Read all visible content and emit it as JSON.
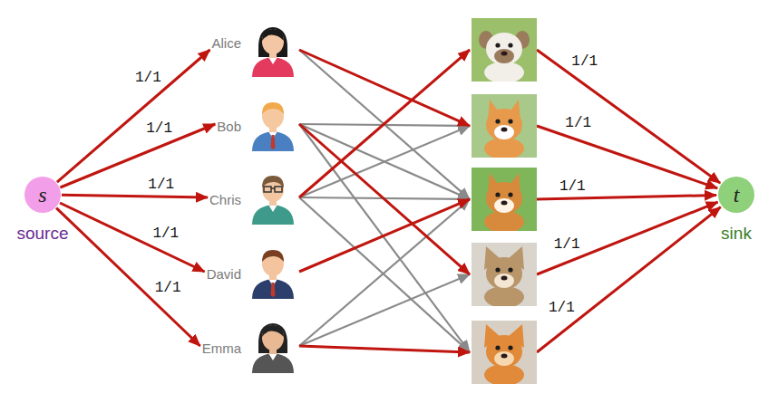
{
  "diagram": {
    "nodes": [
      {
        "text": [
          "s",
          "source"
        ]
      },
      {
        "text": [
          "Alice"
        ]
      },
      {
        "text": [
          "Bob"
        ]
      },
      {
        "text": [
          "Chris"
        ]
      },
      {
        "text": [
          "David"
        ]
      },
      {
        "text": [
          "Emma"
        ]
      },
      {
        "text": []
      },
      {
        "text": []
      },
      {
        "text": []
      },
      {
        "text": []
      },
      {
        "text": []
      },
      {
        "text": [
          "t",
          "sink"
        ]
      }
    ],
    "edges": [
      {
        "from": 0,
        "to": 1,
        "arrow": "to",
        "label": "1/1"
      },
      {
        "from": 0,
        "to": 2,
        "arrow": "to",
        "label": "1/1"
      },
      {
        "from": 0,
        "to": 3,
        "arrow": "to",
        "label": "1/1"
      },
      {
        "from": 0,
        "to": 4,
        "arrow": "to",
        "label": "1/1"
      },
      {
        "from": 0,
        "to": 5,
        "arrow": "to",
        "label": "1/1"
      },
      {
        "from": 1,
        "to": 7,
        "arrow": "to"
      },
      {
        "from": 1,
        "to": 8,
        "arrow": "to"
      },
      {
        "from": 2,
        "to": 7,
        "arrow": "to"
      },
      {
        "from": 2,
        "to": 8,
        "arrow": "to"
      },
      {
        "from": 2,
        "to": 9,
        "arrow": "to"
      },
      {
        "from": 2,
        "to": 10,
        "arrow": "to"
      },
      {
        "from": 3,
        "to": 6,
        "arrow": "to"
      },
      {
        "from": 3,
        "to": 7,
        "arrow": "to"
      },
      {
        "from": 3,
        "to": 8,
        "arrow": "to"
      },
      {
        "from": 3,
        "to": 10,
        "arrow": "to"
      },
      {
        "from": 4,
        "to": 8,
        "arrow": "to"
      },
      {
        "from": 5,
        "to": 8,
        "arrow": "to"
      },
      {
        "from": 5,
        "to": 9,
        "arrow": "to"
      },
      {
        "from": 5,
        "to": 10,
        "arrow": "to"
      },
      {
        "from": 6,
        "to": 11,
        "arrow": "to",
        "label": "1/1"
      },
      {
        "from": 7,
        "to": 11,
        "arrow": "to",
        "label": "1/1"
      },
      {
        "from": 8,
        "to": 11,
        "arrow": "to",
        "label": "1/1"
      },
      {
        "from": 9,
        "to": 11,
        "arrow": "to",
        "label": "1/1"
      },
      {
        "from": 10,
        "to": 11,
        "arrow": "to",
        "label": "1/1"
      }
    ]
  }
}
